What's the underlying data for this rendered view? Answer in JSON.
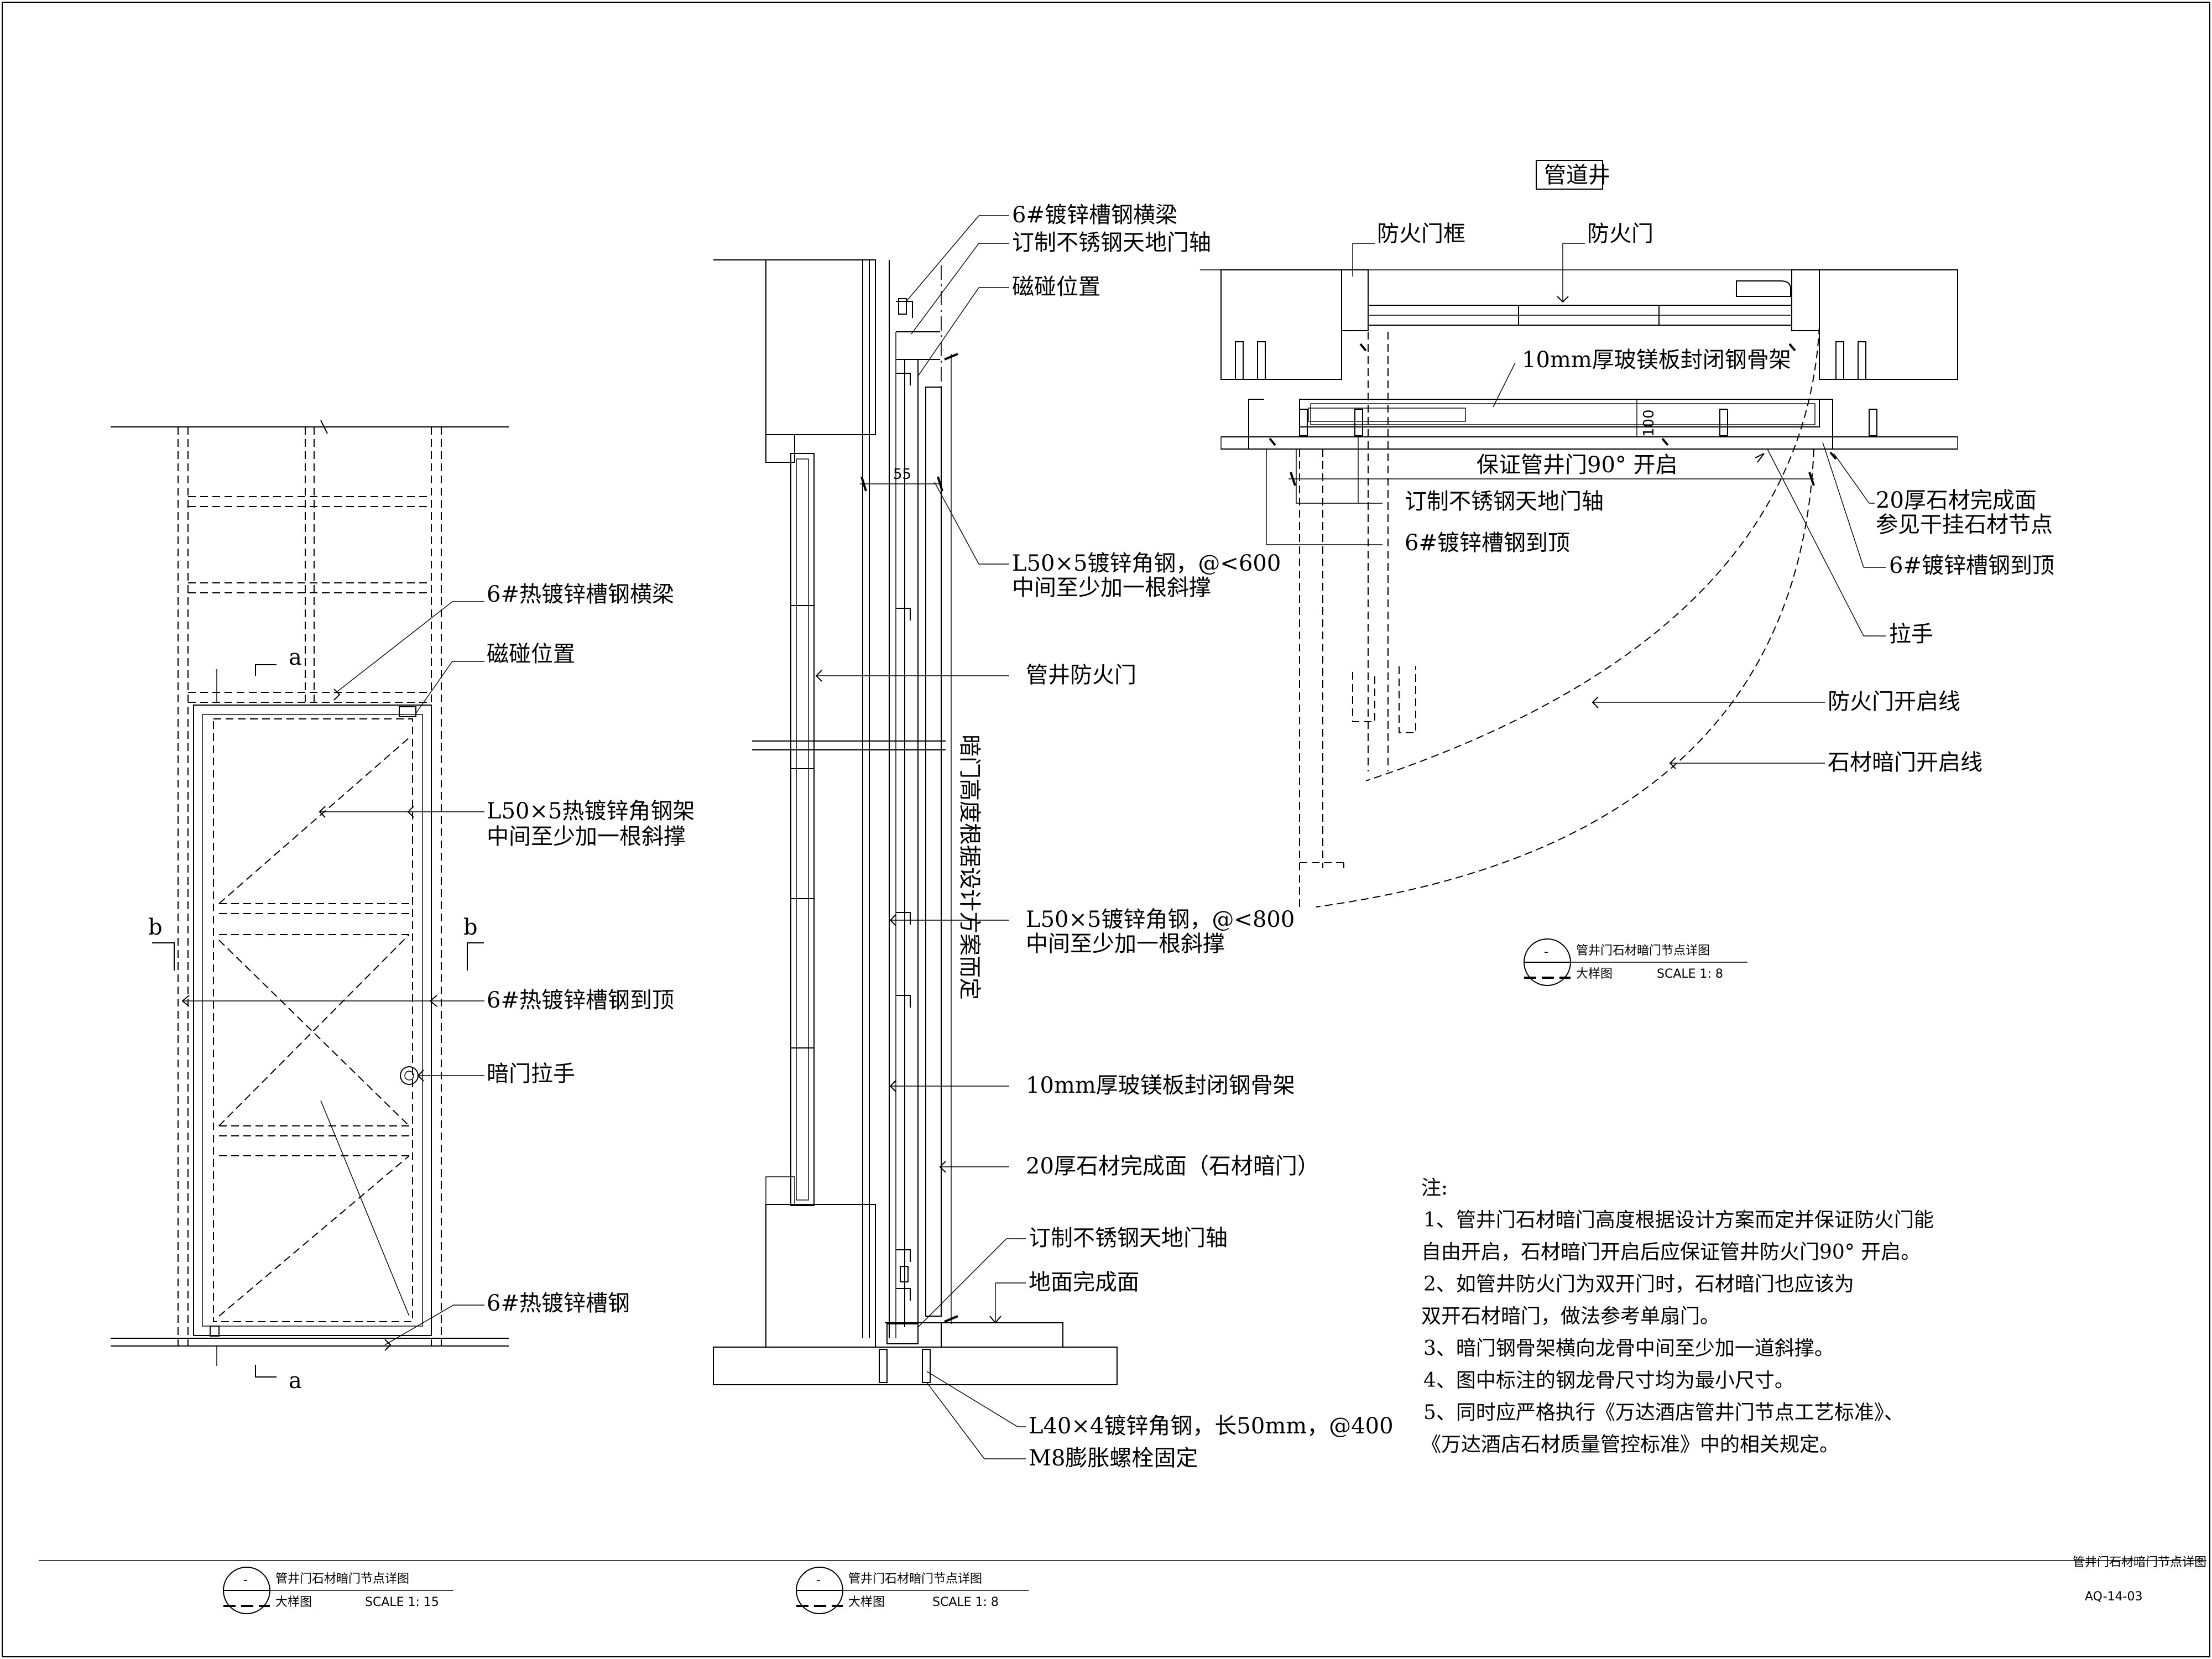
{
  "drawing_number": "AQ-14-03",
  "sheet_title": "管井门石材暗门节点详图",
  "elevation": {
    "caption": {
      "symbol": "-",
      "title": "管井门石材暗门节点详图",
      "subtitle": "大样图",
      "scale": "SCALE 1: 15"
    },
    "section_marks": {
      "a_top": "a",
      "a_bottom": "a",
      "b_left": "b",
      "b_right": "b"
    },
    "labels": [
      "6#热镀锌槽钢横梁",
      "磁碰位置",
      "L50×5热镀锌角钢架",
      "中间至少加一根斜撑",
      "6#热镀锌槽钢到顶",
      "暗门拉手",
      "6#热镀锌槽钢"
    ]
  },
  "section": {
    "caption": {
      "symbol": "-",
      "title": "管井门石材暗门节点详图",
      "subtitle": "大样图",
      "scale": "SCALE 1: 8"
    },
    "dimension": "55",
    "vertical_note": "暗门高度根据设计方案而定",
    "labels": [
      "6#镀锌槽钢横梁",
      "订制不锈钢天地门轴",
      "磁碰位置",
      "L50×5镀锌角钢，@<600",
      "中间至少加一根斜撑",
      "管井防火门",
      "L50×5镀锌角钢，@<800",
      "中间至少加一根斜撑",
      "10mm厚玻镁板封闭钢骨架",
      "20厚石材完成面（石材暗门）",
      "订制不锈钢天地门轴",
      "地面完成面",
      "L40×4镀锌角钢，长50mm，@400",
      "M8膨胀螺栓固定"
    ]
  },
  "plan": {
    "caption": {
      "symbol": "-",
      "title": "管井门石材暗门节点详图",
      "subtitle": "大样图",
      "scale": "SCALE 1: 8"
    },
    "room_tag": "管道井",
    "dimension": "100",
    "labels": [
      "防火门框",
      "防火门",
      "10mm厚玻镁板封闭钢骨架",
      "保证管井门90° 开启",
      "订制不锈钢天地门轴",
      "6#镀锌槽钢到顶",
      "20厚石材完成面",
      "参见干挂石材节点",
      "6#镀锌槽钢到顶",
      "拉手",
      "防火门开启线",
      "石材暗门开启线"
    ]
  },
  "notes": {
    "heading": "注:",
    "lines": [
      "1、管井门石材暗门高度根据设计方案而定并保证防火门能",
      "自由开启，石材暗门开启后应保证管井防火门90°  开启。",
      "2、如管井防火门为双开门时，石材暗门也应该为",
      "双开石材暗门，做法参考单扇门。",
      "3、暗门钢骨架横向龙骨中间至少加一道斜撑。",
      "4、图中标注的钢龙骨尺寸均为最小尺寸。",
      "5、同时应严格执行《万达酒店管井门节点工艺标准》、",
      "《万达酒店石材质量管控标准》中的相关规定。"
    ]
  }
}
